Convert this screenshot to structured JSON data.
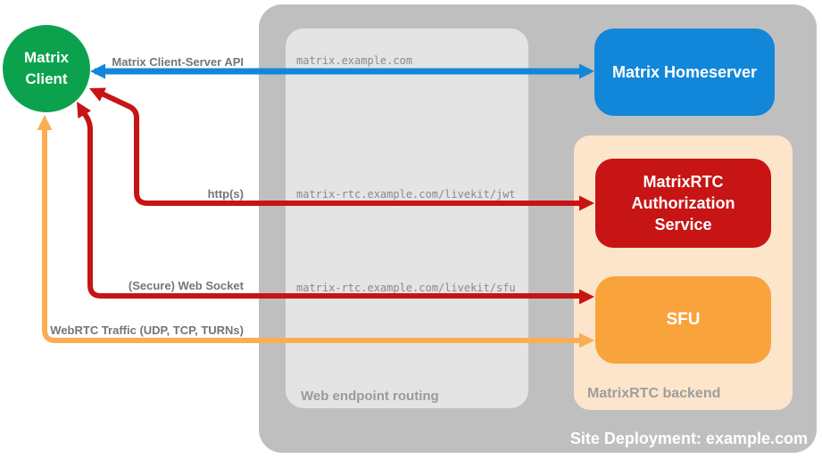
{
  "client": {
    "label": "Matrix Client",
    "color": "#0ca24d"
  },
  "homeserver": {
    "label": "Matrix Homeserver",
    "color": "#1287d9"
  },
  "site": {
    "label": "Site Deployment: example.com",
    "color": "#bfbfbf"
  },
  "routing": {
    "label": "Web endpoint routing",
    "color": "#e4e4e4",
    "endpoints": [
      "matrix.example.com",
      "matrix-rtc.example.com/livekit/jwt",
      "matrix-rtc.example.com/livekit/sfu"
    ]
  },
  "backend": {
    "label": "MatrixRTC backend",
    "color": "#fce5ca",
    "nodes": [
      {
        "label": "MatrixRTC Authorization Service",
        "color": "#c71414"
      },
      {
        "label": "SFU",
        "color": "#f8a33b"
      }
    ]
  },
  "connections": [
    {
      "label": "Matrix Client-Server API",
      "color": "#1287d9"
    },
    {
      "label": "http(s)",
      "color": "#c71414"
    },
    {
      "label": "(Secure) Web Socket",
      "color": "#c71414"
    },
    {
      "label": "WebRTC Traffic (UDP, TCP, TURNs)",
      "color": "#faae54"
    }
  ]
}
